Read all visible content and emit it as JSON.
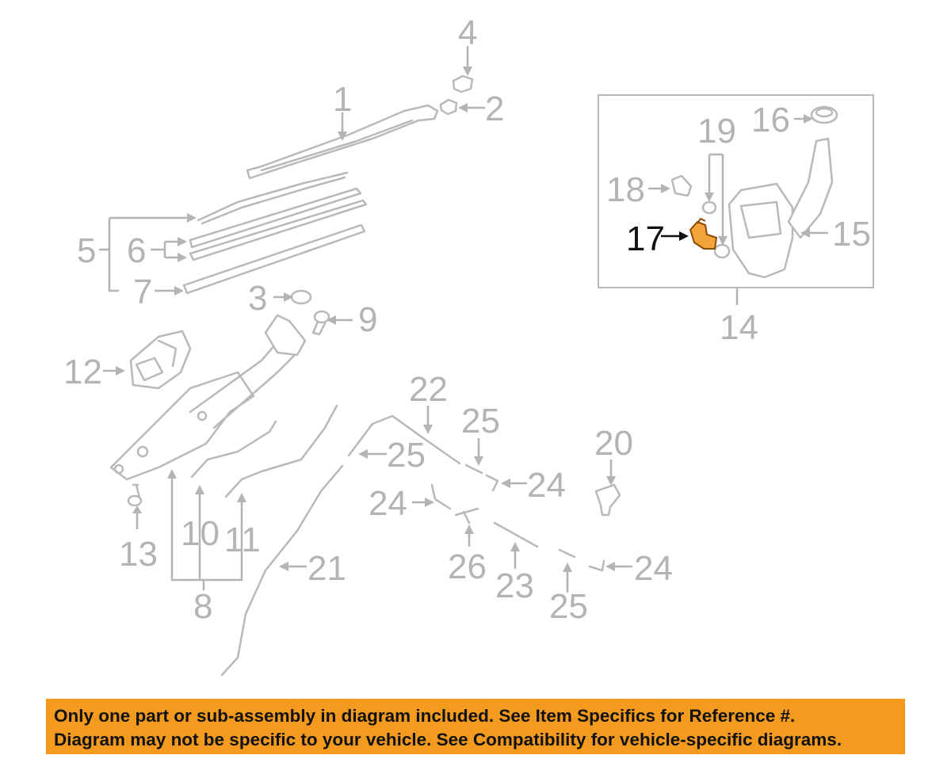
{
  "callouts": [
    {
      "id": "c1",
      "label": "1"
    },
    {
      "id": "c2",
      "label": "2"
    },
    {
      "id": "c3",
      "label": "3"
    },
    {
      "id": "c4",
      "label": "4"
    },
    {
      "id": "c5",
      "label": "5"
    },
    {
      "id": "c6",
      "label": "6"
    },
    {
      "id": "c7",
      "label": "7"
    },
    {
      "id": "c8",
      "label": "8"
    },
    {
      "id": "c9",
      "label": "9"
    },
    {
      "id": "c10",
      "label": "10"
    },
    {
      "id": "c11",
      "label": "11"
    },
    {
      "id": "c12",
      "label": "12"
    },
    {
      "id": "c13",
      "label": "13"
    },
    {
      "id": "c14",
      "label": "14"
    },
    {
      "id": "c15",
      "label": "15"
    },
    {
      "id": "c16",
      "label": "16"
    },
    {
      "id": "c17",
      "label": "17",
      "highlighted": true
    },
    {
      "id": "c18",
      "label": "18"
    },
    {
      "id": "c19",
      "label": "19"
    },
    {
      "id": "c20",
      "label": "20"
    },
    {
      "id": "c21",
      "label": "21"
    },
    {
      "id": "c22",
      "label": "22"
    },
    {
      "id": "c23",
      "label": "23"
    },
    {
      "id": "c24a",
      "label": "24"
    },
    {
      "id": "c24b",
      "label": "24"
    },
    {
      "id": "c24c",
      "label": "24"
    },
    {
      "id": "c25a",
      "label": "25"
    },
    {
      "id": "c25b",
      "label": "25"
    },
    {
      "id": "c25c",
      "label": "25"
    },
    {
      "id": "c26",
      "label": "26"
    }
  ],
  "colors": {
    "line_art": "#b9b9b9",
    "highlight_part": "#f2a33a",
    "highlight_label": "#111111",
    "banner": "#f39a1f"
  },
  "banner": {
    "line1": "Only one part or sub-assembly in diagram included. See Item Specifics for Reference #.",
    "line2": "Diagram may not be specific to your vehicle. See Compatibility for vehicle-specific diagrams."
  }
}
